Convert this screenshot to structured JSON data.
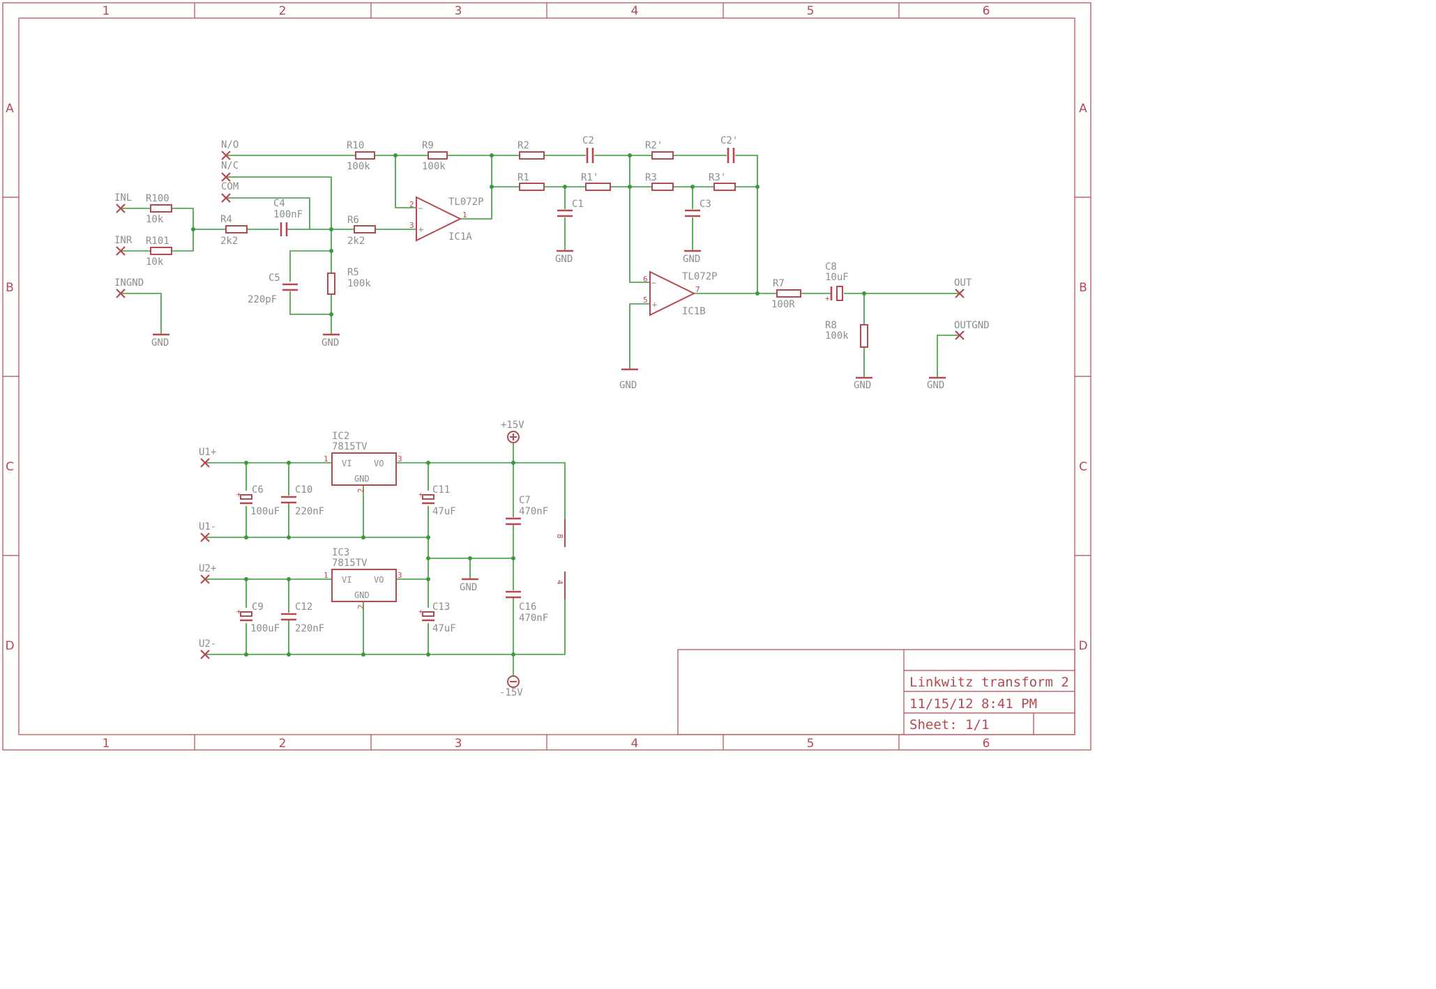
{
  "frame": {
    "columns": [
      "1",
      "2",
      "3",
      "4",
      "5",
      "6"
    ],
    "rows": [
      "A",
      "B",
      "C",
      "D"
    ]
  },
  "title_block": {
    "title": "Linkwitz transform 2",
    "date": "11/15/12 8:41 PM",
    "sheet": "Sheet: 1/1"
  },
  "connectors": {
    "no": "N/O",
    "nc": "N/C",
    "com": "COM",
    "inl": "INL",
    "inr": "INR",
    "ingnd": "INGND",
    "out": "OUT",
    "outgnd": "OUTGND",
    "u1p": "U1+",
    "u1m": "U1-",
    "u2p": "U2+",
    "u2m": "U2-"
  },
  "components": {
    "r10": {
      "name": "R10",
      "value": "100k"
    },
    "r9": {
      "name": "R9",
      "value": "100k"
    },
    "r100": {
      "name": "R100",
      "value": "10k"
    },
    "r101": {
      "name": "R101",
      "value": "10k"
    },
    "r4": {
      "name": "R4",
      "value": "2k2"
    },
    "c4": {
      "name": "C4",
      "value": "100nF"
    },
    "r6": {
      "name": "R6",
      "value": "2k2"
    },
    "c5": {
      "name": "C5",
      "value": "220pF"
    },
    "r5": {
      "name": "R5",
      "value": "100k"
    },
    "ic1a": {
      "name": "IC1A",
      "value": "TL072P",
      "pin_minus": "2",
      "pin_plus": "3",
      "pin_out": "1"
    },
    "r2": {
      "name": "R2"
    },
    "c2": {
      "name": "C2"
    },
    "r1": {
      "name": "R1"
    },
    "r1p": {
      "name": "R1'"
    },
    "c1": {
      "name": "C1"
    },
    "r2p": {
      "name": "R2'"
    },
    "c2p": {
      "name": "C2'"
    },
    "r3": {
      "name": "R3"
    },
    "r3p": {
      "name": "R3'"
    },
    "c3": {
      "name": "C3"
    },
    "ic1b": {
      "name": "IC1B",
      "value": "TL072P",
      "pin_minus": "6",
      "pin_plus": "5",
      "pin_out": "7"
    },
    "r7": {
      "name": "R7",
      "value": "100R"
    },
    "c8": {
      "name": "C8",
      "value": "10uF"
    },
    "r8": {
      "name": "R8",
      "value": "100k"
    },
    "ic2": {
      "name": "IC2",
      "value": "7815TV",
      "pin_in": "1",
      "pin_out": "3",
      "pin_gnd": "2",
      "vi": "VI",
      "vo": "VO",
      "gnd": "GND"
    },
    "ic3": {
      "name": "IC3",
      "value": "7815TV",
      "pin_in": "1",
      "pin_out": "3",
      "pin_gnd": "2",
      "vi": "VI",
      "vo": "VO",
      "gnd": "GND"
    },
    "c6": {
      "name": "C6",
      "value": "100uF"
    },
    "c10": {
      "name": "C10",
      "value": "220nF"
    },
    "c11": {
      "name": "C11",
      "value": "47uF"
    },
    "c7": {
      "name": "C7",
      "value": "470nF"
    },
    "c9": {
      "name": "C9",
      "value": "100uF"
    },
    "c12": {
      "name": "C12",
      "value": "220nF"
    },
    "c13": {
      "name": "C13",
      "value": "47uF"
    },
    "c16": {
      "name": "C16",
      "value": "470nF"
    },
    "ic1_power": {
      "pin_v_plus": "8",
      "pin_v_minus": "4"
    }
  },
  "nets": {
    "gnd": "GND",
    "v_plus": "+15V",
    "v_minus": "-15V"
  },
  "symbols": {
    "plus": "+",
    "minus": "−"
  },
  "colors": {
    "symbol": "#b5494f",
    "wire": "#3a9a3a",
    "label": "#8c8c8c"
  }
}
